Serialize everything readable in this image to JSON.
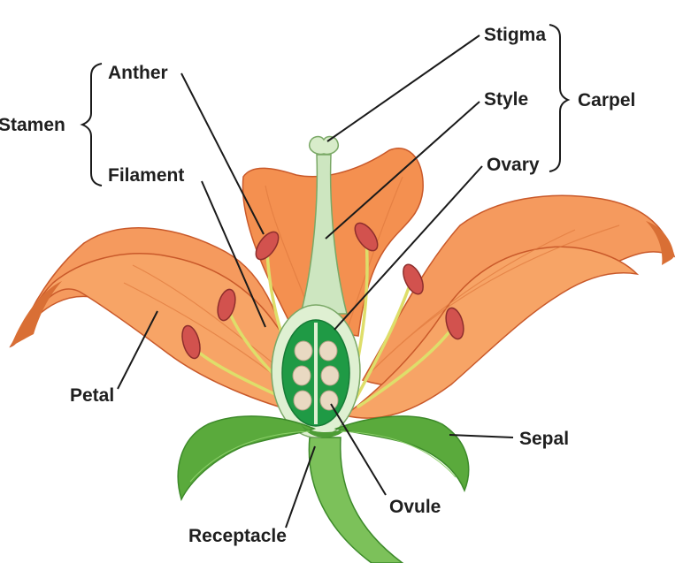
{
  "labels": {
    "stigma": "Stigma",
    "style": "Style",
    "ovary": "Ovary",
    "carpel": "Carpel",
    "anther": "Anther",
    "filament": "Filament",
    "stamen": "Stamen",
    "petal": "Petal",
    "sepal": "Sepal",
    "ovule": "Ovule",
    "receptacle": "Receptacle"
  },
  "colors": {
    "petal": "#f59a5e",
    "petal_shade": "#d96f35",
    "petal_dark": "#c9592a",
    "sepal": "#5aaa3c",
    "sepal_dark": "#3d8a2a",
    "pistil": "#cde6c0",
    "ovary_inner": "#1f9a45",
    "ovule": "#e9d9c2",
    "anther": "#d2524e",
    "filament": "#dede6a",
    "leader": "#1a1a1a",
    "text": "#1f1f1f"
  }
}
